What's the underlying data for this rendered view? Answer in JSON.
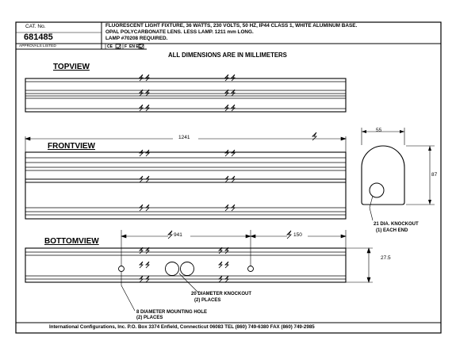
{
  "title_block": {
    "cat_label": "CAT. No.",
    "cat_number": "681485",
    "description": [
      "FLUORESCENT LIGHT FIXTURE, 36 WATTS, 230 VOLTS, 50 HZ, IP44 CLASS 1, WHITE ALUMINUM BASE.",
      "OPAL POLYCARBONATE LENS. LESS LAMP. 1211 mm LONG.",
      "LAMP #70208 REQUIRED."
    ],
    "approvals_label": "APPROVALS LISTED",
    "approval_marks": [
      "CE",
      "F",
      "EN EC"
    ]
  },
  "note": "ALL DIMENSIONS ARE IN MILLIMETERS",
  "views": {
    "top": "TOPVIEW",
    "front": "FRONTVIEW",
    "bottom": "BOTTOMVIEW"
  },
  "dimensions": {
    "overall_length": "1241",
    "end_width": "55",
    "end_height": "87",
    "hole_spacing": "941",
    "end_offset": "150",
    "bottom_height": "27.5"
  },
  "callouts": {
    "end_knockout": [
      "21 DIA. KNOCKOUT",
      "(1) EACH END"
    ],
    "knockout": [
      "20 DIAMETER KNOCKOUT",
      "(2) PLACES"
    ],
    "mounting_hole": [
      "8 DIAMETER MOUNTING HOLE",
      "(2) PLACES"
    ]
  },
  "footer": "International Configurations, Inc.  P.O. Box 3374  Enfield, Connecticut 06083 TEL (860) 749-6380  FAX (860) 749-2985"
}
